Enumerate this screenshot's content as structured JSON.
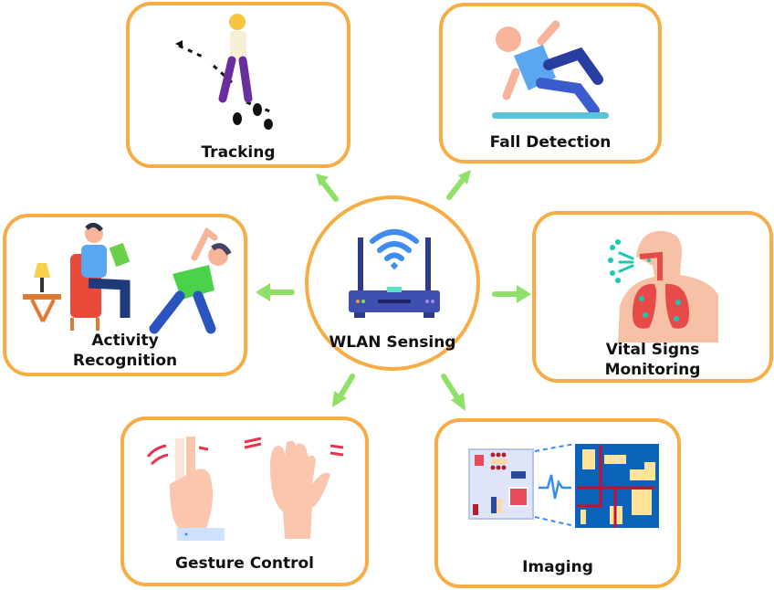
{
  "diagram": {
    "center": {
      "label": "WLAN Sensing",
      "icon": "wifi-router-icon"
    },
    "nodes": [
      {
        "id": "tracking",
        "label": "Tracking",
        "icon": "walking-person-footprints-icon"
      },
      {
        "id": "fall-detection",
        "label": "Fall Detection",
        "icon": "falling-person-icon"
      },
      {
        "id": "activity-recognition",
        "label_line1": "Activity",
        "label_line2": "Recognition",
        "icon": "sitting-reading-and-stretching-people-icon"
      },
      {
        "id": "vital-signs-monitoring",
        "label_line1": "Vital Signs",
        "label_line2": "Monitoring",
        "icon": "respiratory-system-lungs-icon"
      },
      {
        "id": "gesture-control",
        "label": "Gesture Control",
        "icon": "hand-gestures-icon"
      },
      {
        "id": "imaging",
        "label": "Imaging",
        "icon": "floorplan-to-image-icon"
      }
    ],
    "colors": {
      "border": "#f6ad45",
      "arrow": "#8fe066",
      "text": "#111111"
    }
  }
}
